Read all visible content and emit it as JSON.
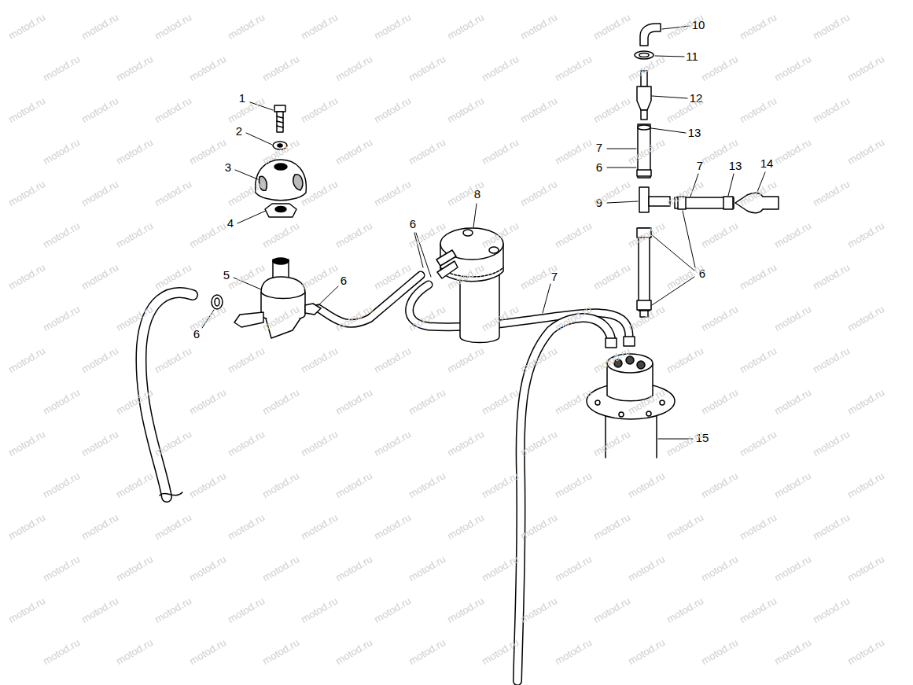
{
  "diagram": {
    "labels": [
      "10",
      "11",
      "1",
      "12",
      "13",
      "2",
      "7",
      "6",
      "7",
      "13",
      "14",
      "3",
      "8",
      "9",
      "4",
      "6",
      "7",
      "5",
      "6",
      "6",
      "6",
      "15",
      "motod.ru",
      "motod.ru",
      "motod.ru",
      "motod.ru",
      "motod.ru",
      "motod.ru",
      "motod.ru",
      "motod.ru",
      "motod.ru",
      "motod.ru",
      "motod.ru",
      "motod.ru",
      "motod.ru",
      "motod.ru",
      "motod.ru",
      "motod.ru",
      "motod.ru",
      "motod.ru",
      "motod.ru",
      "motod.ru",
      "motod.ru",
      "motod.ru",
      "motod.ru",
      "motod.ru",
      "motod.ru",
      "motod.ru",
      "motod.ru",
      "motod.ru",
      "motod.ru",
      "motod.ru",
      "motod.ru",
      "motod.ru",
      "motod.ru",
      "motod.ru",
      "motod.ru",
      "motod.ru",
      "motod.ru",
      "motod.ru",
      "motod.ru",
      "motod.ru",
      "motod.ru",
      "motod.ru",
      "motod.ru",
      "motod.ru",
      "motod.ru",
      "motod.ru",
      "motod.ru",
      "motod.ru",
      "motod.ru",
      "motod.ru",
      "motod.ru",
      "motod.ru",
      "motod.ru",
      "motod.ru",
      "motod.ru",
      "motod.ru",
      "motod.ru",
      "motod.ru",
      "motod.ru",
      "motod.ru",
      "motod.ru",
      "motod.ru",
      "motod.ru",
      "motod.ru",
      "motod.ru",
      "motod.ru",
      "motod.ru",
      "motod.ru",
      "motod.ru",
      "motod.ru",
      "motod.ru",
      "motod.ru",
      "motod.ru",
      "motod.ru",
      "motod.ru",
      "motod.ru",
      "motod.ru",
      "motod.ru",
      "motod.ru",
      "motod.ru",
      "motod.ru",
      "motod.ru",
      "motod.ru",
      "motod.ru",
      "motod.ru",
      "motod.ru",
      "motod.ru",
      "motod.ru",
      "motod.ru",
      "motod.ru",
      "motod.ru",
      "motod.ru",
      "motod.ru",
      "motod.ru",
      "motod.ru",
      "motod.ru",
      "motod.ru",
      "motod.ru",
      "motod.ru",
      "motod.ru",
      "motod.ru",
      "motod.ru",
      "motod.ru",
      "motod.ru",
      "motod.ru",
      "motod.ru",
      "motod.ru",
      "motod.ru",
      "motod.ru",
      "motod.ru",
      "motod.ru",
      "motod.ru",
      "motod.ru",
      "motod.ru",
      "motod.ru",
      "motod.ru",
      "motod.ru",
      "motod.ru",
      "motod.ru",
      "motod.ru",
      "motod.ru",
      "motod.ru",
      "motod.ru",
      "motod.ru",
      "motod.ru",
      "motod.ru",
      "motod.ru",
      "motod.ru",
      "motod.ru",
      "motod.ru",
      "motod.ru",
      "motod.ru",
      "motod.ru",
      "motod.ru",
      "motod.ru",
      "motod.ru",
      "motod.ru",
      "motod.ru",
      "motod.ru",
      "motod.ru",
      "motod.ru",
      "motod.ru",
      "motod.ru",
      "motod.ru",
      "motod.ru",
      "motod.ru",
      "motod.ru",
      "motod.ru",
      "motod.ru",
      "motod.ru",
      "motod.ru",
      "motod.ru",
      "motod.ru",
      "motod.ru",
      "motod.ru",
      "motod.ru",
      "motod.ru",
      "motod.ru",
      "motod.ru",
      "motod.ru",
      "motod.ru",
      "motod.ru",
      "motod.ru",
      "motod.ru",
      "motod.ru",
      "motod.ru",
      "motod.ru",
      "motod.ru",
      "motod.ru",
      "motod.ru",
      "motod.ru",
      "motod.ru",
      "motod.ru",
      "motod.ru",
      "motod.ru",
      "motod.ru",
      "motod.ru",
      "motod.ru",
      "motod.ru",
      "motod.ru",
      "motod.ru",
      "motod.ru",
      "motod.ru",
      "motod.ru",
      "motod.ru",
      "motod.ru",
      "motod.ru",
      "motod.ru",
      "motod.ru",
      "motod.ru",
      "motod.ru",
      "motod.ru"
    ]
  }
}
